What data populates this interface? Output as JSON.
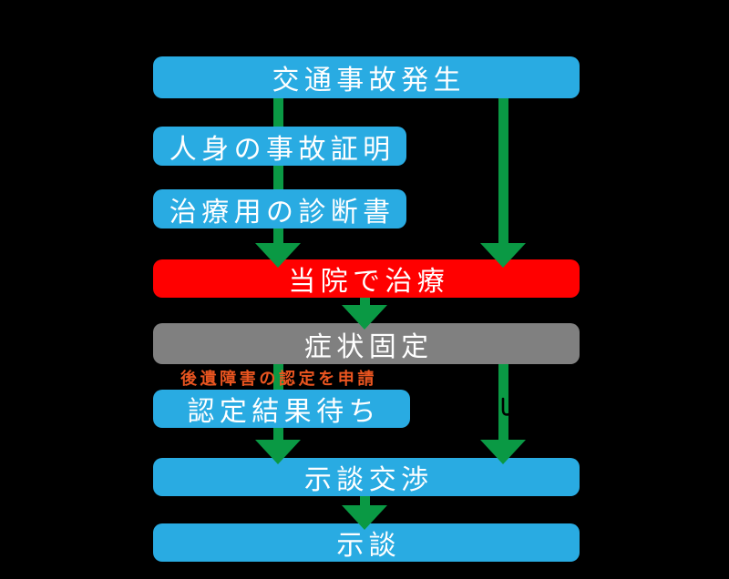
{
  "diagram": {
    "title_hint": "traffic-accident-treatment-flowchart",
    "colors": {
      "background": "#000000",
      "node_blue": "#29ABE2",
      "node_red": "#FF0000",
      "node_gray": "#808080",
      "arrow_green": "#0A9944",
      "node_text": "#FFFFFF",
      "note_text": "#EA5520"
    },
    "nodes": [
      {
        "id": "accident",
        "label": "交通事故発生",
        "variant": "blue"
      },
      {
        "id": "injury-cert",
        "label": "人身の事故証明",
        "variant": "blue"
      },
      {
        "id": "medical-cert",
        "label": "治療用の診断書",
        "variant": "blue"
      },
      {
        "id": "treatment",
        "label": "当院で治療",
        "variant": "red"
      },
      {
        "id": "symptom-fixed",
        "label": "症状固定",
        "variant": "gray"
      },
      {
        "id": "await-result",
        "label": "認定結果待ち",
        "variant": "blue"
      },
      {
        "id": "negotiation",
        "label": "示談交渉",
        "variant": "blue"
      },
      {
        "id": "settlement",
        "label": "示談",
        "variant": "blue"
      }
    ],
    "note": {
      "label": "後遺障害の認定を申請"
    },
    "edges": [
      {
        "from": "accident",
        "to": "treatment",
        "lane": "left"
      },
      {
        "from": "accident",
        "to": "treatment",
        "lane": "right"
      },
      {
        "from": "treatment",
        "to": "symptom-fixed",
        "lane": "middle"
      },
      {
        "from": "symptom-fixed",
        "to": "negotiation",
        "lane": "left"
      },
      {
        "from": "symptom-fixed",
        "to": "negotiation",
        "lane": "right"
      },
      {
        "from": "negotiation",
        "to": "settlement",
        "lane": "middle"
      }
    ]
  }
}
